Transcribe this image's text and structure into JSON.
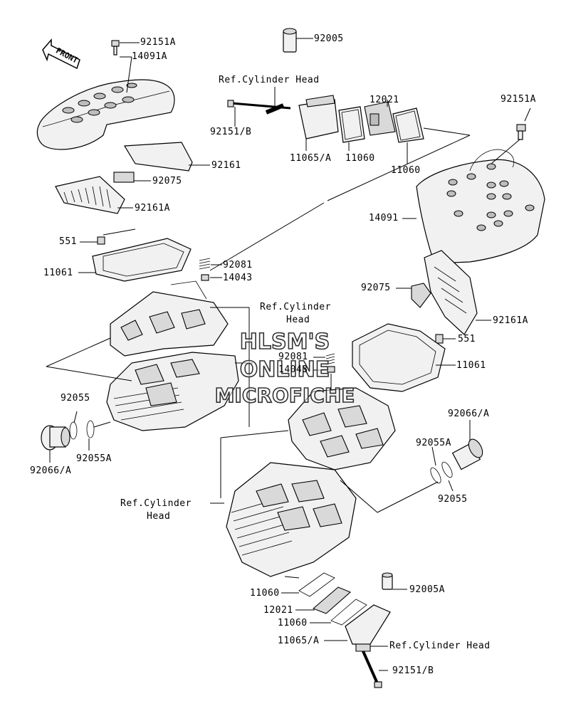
{
  "front_arrow": {
    "text": "FRONT"
  },
  "watermark": {
    "line1": "HLSM'S",
    "line2": "ONLINE",
    "line3": "MICROFICHE"
  },
  "labels": {
    "p92151a_top": "92151A",
    "p14091a": "14091A",
    "p92005": "92005",
    "ref_head_1": "Ref.Cylinder Head",
    "p12021_top": "12021",
    "p92151b_top": "92151/B",
    "p11065a_top": "11065/A",
    "p11060_top_a": "11060",
    "p11060_top_b": "11060",
    "p92151a_right": "92151A",
    "p92161": "92161",
    "p92075_left": "92075",
    "p92161a_left": "92161A",
    "p14091": "14091",
    "p551_left": "551",
    "p11061_left": "11061",
    "p92081_left": "92081",
    "p14043_left": "14043",
    "ref_head_2_line1": "Ref.Cylinder",
    "ref_head_2_line2": "Head",
    "p92075_right": "92075",
    "p92161a_right": "92161A",
    "p551_right": "551",
    "p92081_mid": "92081",
    "p14043_mid": "14043",
    "p11061_right": "11061",
    "p92055_left": "92055",
    "p92055a_left": "92055A",
    "p92066a_left": "92066/A",
    "p92066a_right": "92066/A",
    "p92055a_right": "92055A",
    "p92055_right": "92055",
    "ref_head_3_line1": "Ref.Cylinder",
    "ref_head_3_line2": "Head",
    "p11060_bot_a": "11060",
    "p12021_bot": "12021",
    "p11060_bot_b": "11060",
    "p11065a_bot": "11065/A",
    "p92005a": "92005A",
    "ref_head_4": "Ref.Cylinder Head",
    "p92151b_bot": "92151/B"
  }
}
